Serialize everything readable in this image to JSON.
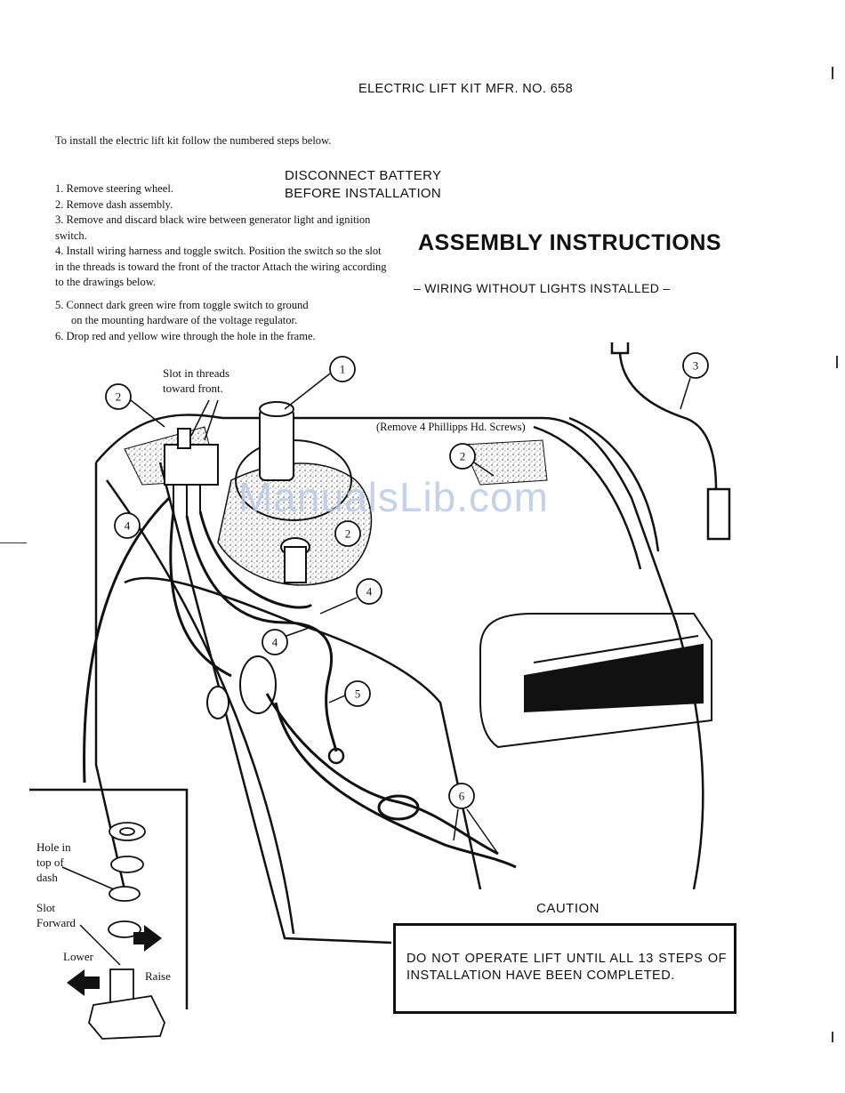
{
  "header": {
    "title": "ELECTRIC LIFT KIT MFR. NO. 658"
  },
  "intro": "To install the electric lift kit follow the numbered steps below.",
  "warning": {
    "line1": "DISCONNECT BATTERY",
    "line2": "BEFORE INSTALLATION"
  },
  "steps": [
    "1. Remove steering wheel.",
    "2. Remove dash assembly.",
    "3. Remove and discard black wire between generator light and ignition switch.",
    "4. Install wiring harness and toggle switch. Position the switch so the slot in the threads is toward the front of the tractor Attach the wiring according to the drawings below.",
    "5. Connect dark green wire from toggle switch to ground",
    "on the mounting hardware of the voltage regulator.",
    "6. Drop red and yellow wire through the hole in the frame."
  ],
  "assembly_title": "ASSEMBLY INSTRUCTIONS",
  "subtitle": "– WIRING WITHOUT LIGHTS INSTALLED –",
  "diagram": {
    "slot_note_line1": "Slot in threads",
    "slot_note_line2": "toward front.",
    "screws_note": "(Remove 4 Phillipps Hd. Screws)",
    "callouts": [
      "1",
      "2",
      "3",
      "2",
      "2",
      "4",
      "4",
      "4",
      "5",
      "6"
    ],
    "inset": {
      "hole_line1": "Hole in",
      "hole_line2": "top of",
      "hole_line3": "dash",
      "slot_line1": "Slot",
      "slot_line2": "Forward",
      "lower": "Lower",
      "raise": "Raise"
    }
  },
  "caution": {
    "label": "CAUTION",
    "text": "DO NOT OPERATE LIFT UNTIL ALL 13 STEPS OF INSTALLATION HAVE BEEN COMPLETED."
  },
  "watermark": "ManualsLib.com"
}
